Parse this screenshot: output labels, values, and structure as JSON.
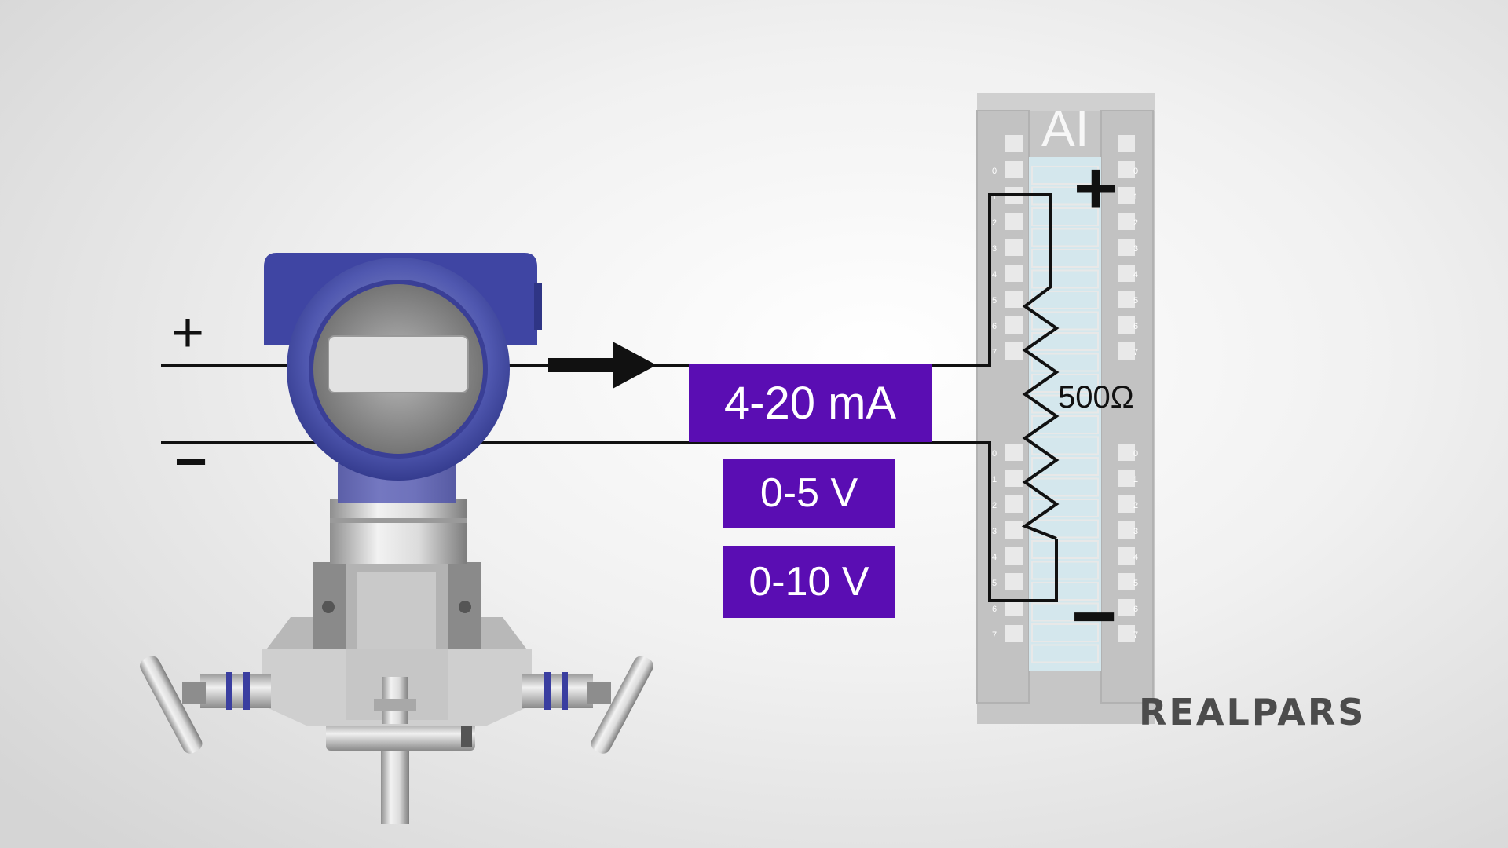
{
  "diagram": {
    "polarity_plus": "+",
    "polarity_minus": "−",
    "signals": {
      "current": "4-20 mA",
      "voltage_low": "0-5 V",
      "voltage_high": "0-10 V"
    },
    "ai_module": {
      "label": "AI",
      "resistor": "500Ω",
      "terminal_numbers": [
        "0",
        "1",
        "2",
        "3",
        "4",
        "5",
        "6",
        "7"
      ]
    },
    "colors": {
      "signal_box": "#5a0db3",
      "transmitter_housing": "#3f45a3",
      "module_body": "#c9c9c9",
      "module_channel": "#d5e8ee"
    },
    "logo": "REALPARS"
  }
}
